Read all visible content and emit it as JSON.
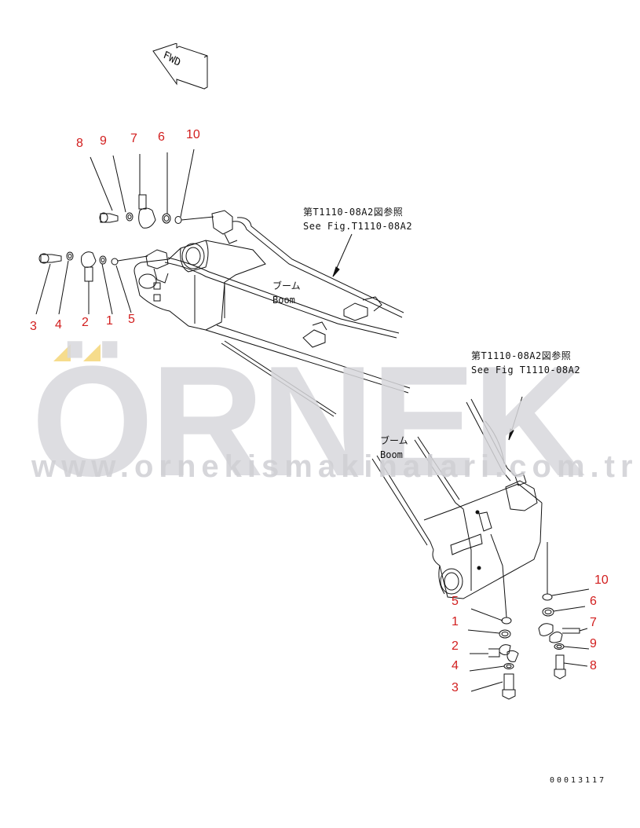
{
  "diagram": {
    "type": "exploded parts diagram",
    "subject": "Boom hydraulic piping clamps",
    "fwd_label": "FWD",
    "watermark": {
      "logo": "ÖRNEK",
      "url": "www.ornekismakinalari.com.tr",
      "dot_color": "#f6dc8c",
      "text_color": "#d8d8dc"
    },
    "callout_color": "#d21e1e",
    "upper_assembly": {
      "reference_jp": "第T1110-08A2図参照",
      "reference_en": "See Fig.T1110-08A2",
      "boom_jp": "ブーム",
      "boom_en": "Boom",
      "callouts_top": [
        "8",
        "9",
        "7",
        "6",
        "10"
      ],
      "callouts_bottom": [
        "3",
        "4",
        "2",
        "1",
        "5"
      ]
    },
    "lower_assembly": {
      "reference_jp": "第T1110-08A2図参照",
      "reference_en": "See Fig T1110-08A2",
      "boom_jp": "ブーム",
      "boom_en": "Boom",
      "callouts_left": [
        "5",
        "1",
        "2",
        "4",
        "3"
      ],
      "callouts_right": [
        "10",
        "6",
        "7",
        "9",
        "8"
      ]
    },
    "document_number": "00013117"
  }
}
